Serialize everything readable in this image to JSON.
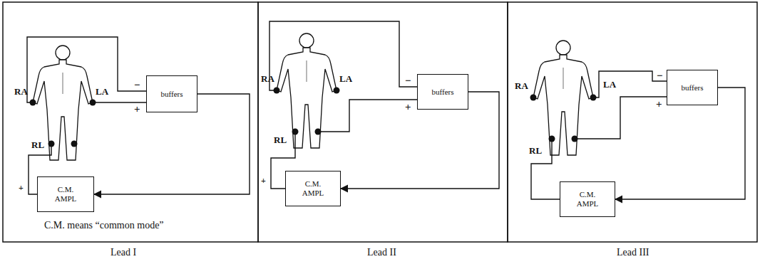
{
  "diagram": {
    "nodes": [
      {
        "text": [
          "buffers"
        ]
      },
      {
        "text": [
          "C.M. AMPL"
        ]
      },
      {
        "text": [
          "buffers"
        ]
      },
      {
        "text": [
          "C.M. AMPL"
        ]
      },
      {
        "text": [
          "buffers"
        ]
      },
      {
        "text": [
          "C.M. AMPL"
        ]
      }
    ],
    "edges": [
      {
        "from": 0,
        "to": 1,
        "arrow": "to"
      },
      {
        "from": 2,
        "to": 3,
        "arrow": "to"
      },
      {
        "from": 4,
        "to": 5,
        "arrow": "to"
      }
    ],
    "labels": [
      "RA",
      "LA",
      "RL",
      "−",
      "+",
      "+",
      "C.M. means “common mode”",
      "Lead I",
      "RA",
      "LA",
      "RL",
      "−",
      "+",
      "+",
      "Lead II",
      "RA",
      "LA",
      "RL",
      "−",
      "+",
      "Lead III"
    ]
  }
}
